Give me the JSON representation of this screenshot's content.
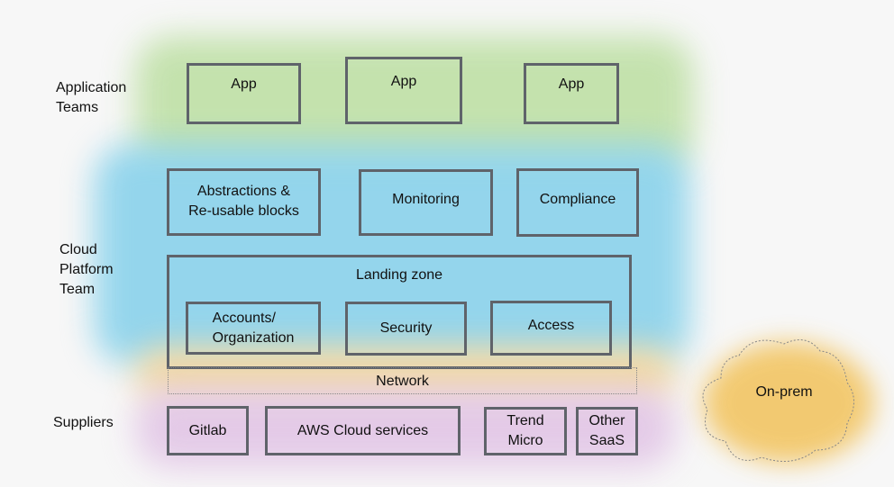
{
  "layers": {
    "application_teams": {
      "label_line1": "Application",
      "label_line2": "Teams",
      "apps": [
        "App",
        "App",
        "App"
      ]
    },
    "cloud_platform_team": {
      "label_line1": "Cloud",
      "label_line2": "Platform",
      "label_line3": "Team",
      "abstractions_line1": "Abstractions &",
      "abstractions_line2": "Re-usable blocks",
      "monitoring": "Monitoring",
      "compliance": "Compliance",
      "landing_zone": {
        "title": "Landing zone",
        "accounts_line1": "Accounts/",
        "accounts_line2": "Organization",
        "security": "Security",
        "access": "Access"
      },
      "network": "Network"
    },
    "suppliers": {
      "label": "Suppliers",
      "gitlab": "Gitlab",
      "aws": "AWS Cloud services",
      "trend_line1": "Trend",
      "trend_line2": "Micro",
      "other_line1": "Other",
      "other_line2": "SaaS"
    }
  },
  "on_prem": "On-prem",
  "colors": {
    "apps": "#bfe0a6",
    "platform": "#8fd4ec",
    "network": "#f5d79a",
    "suppliers": "#e2c6e6",
    "on_prem": "#f2c25a",
    "border": "#5f636a"
  }
}
